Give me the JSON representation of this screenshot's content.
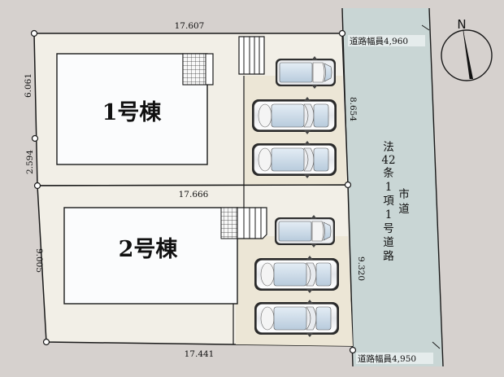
{
  "site_plan": {
    "buildings": [
      {
        "id": "building-1",
        "label": "1号棟"
      },
      {
        "id": "building-2",
        "label": "2号棟"
      }
    ],
    "dimensions": {
      "lot1_top": "17.607",
      "lot1_left_upper": "6.061",
      "lot1_left_lower": "2.594",
      "lot1_right": "8.654",
      "lot_divider": "17.666",
      "lot2_left": "9.005",
      "lot2_right": "9.320",
      "lot2_bottom": "17.441"
    },
    "road": {
      "width_top_label": "道路幅員4,960",
      "width_bottom_label": "道路幅員4,950",
      "name_col1": [
        "法",
        "42",
        "条",
        "1",
        "項",
        "1",
        "号",
        "道",
        "路"
      ],
      "name_col2": [
        "市",
        "道"
      ]
    },
    "compass": {
      "label": "N"
    },
    "parking_spaces": 6,
    "colors": {
      "background": "#d6d1ce",
      "lot": "#f2efe7",
      "parking": "#ece6d6",
      "building": "#fbfcfd",
      "road": "#c9d6d5",
      "line": "#1a1a1a"
    }
  }
}
